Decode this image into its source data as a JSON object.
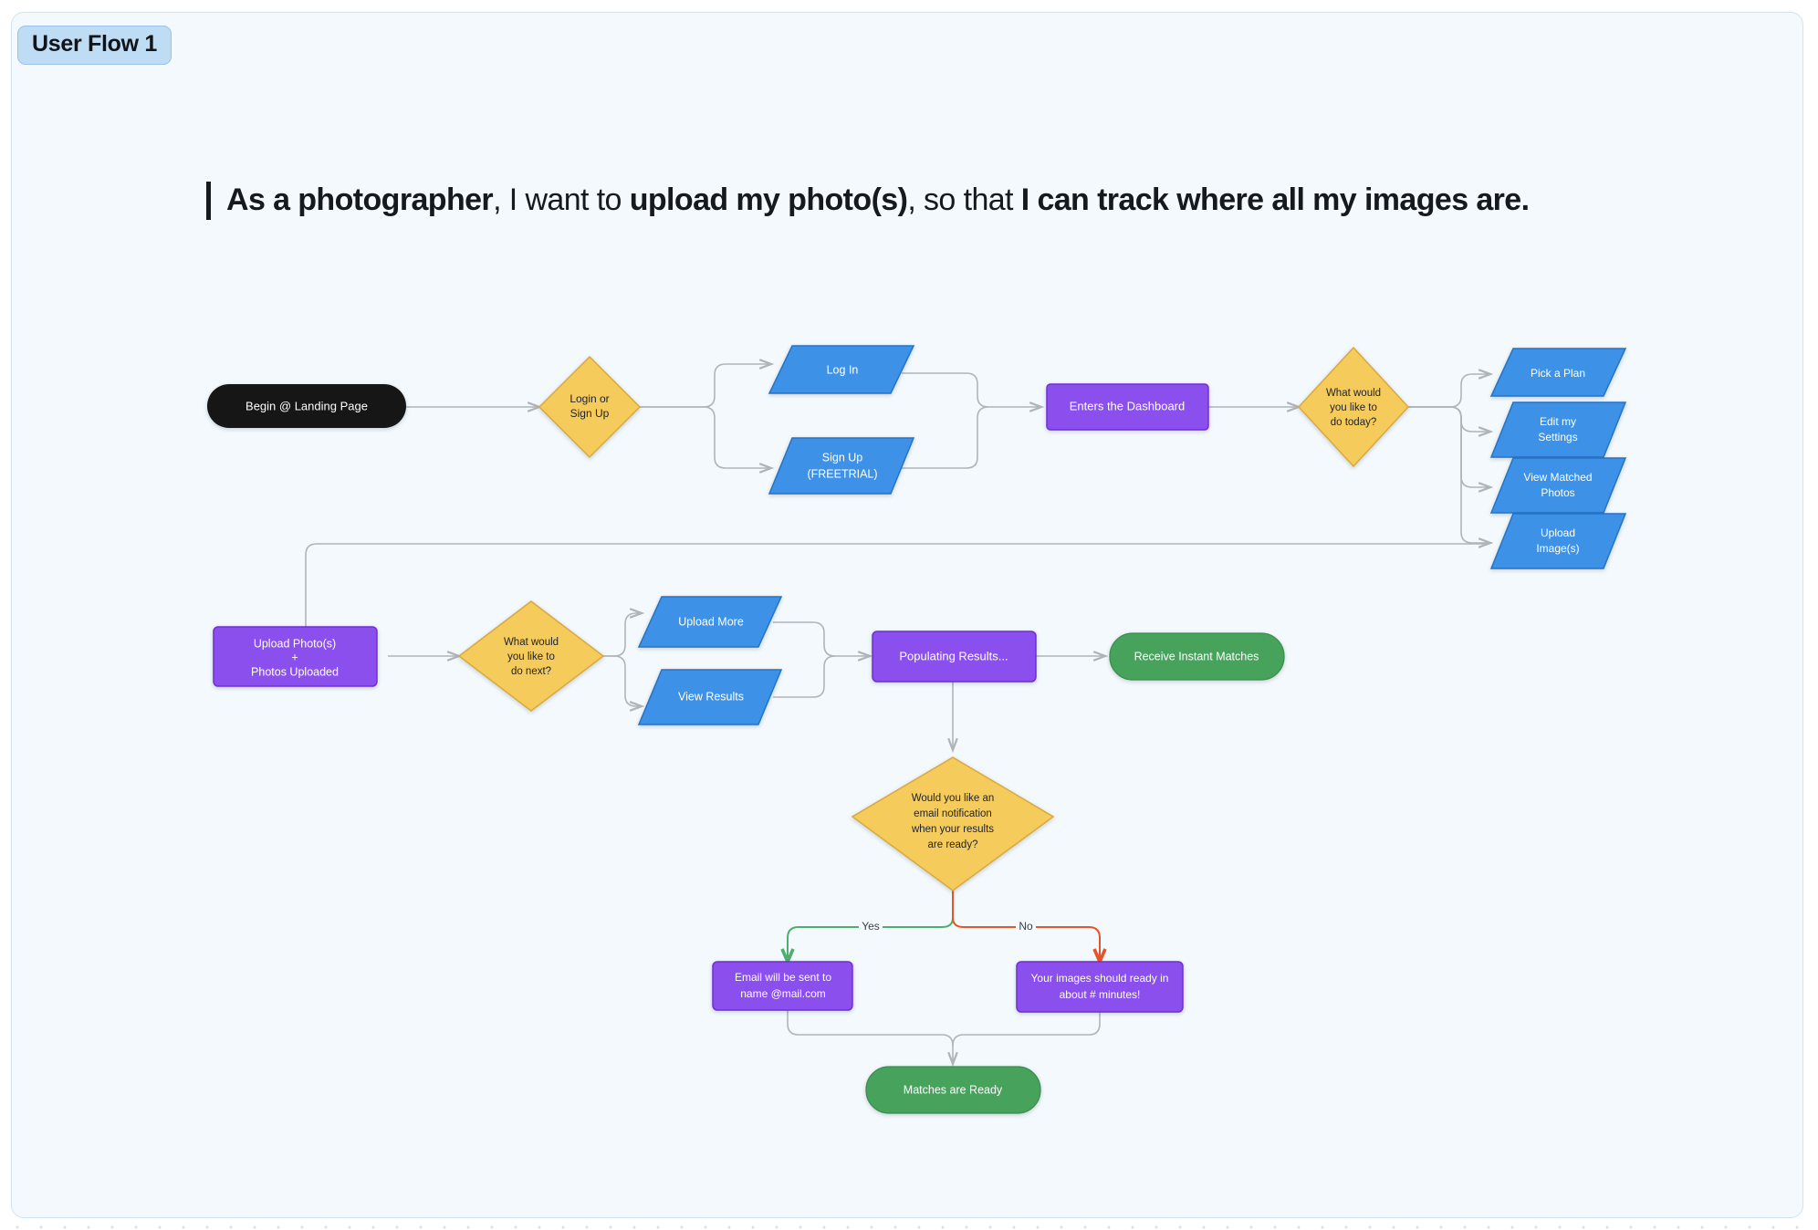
{
  "badge": {
    "label": "User Flow 1"
  },
  "heading": {
    "segment_1_bold": "As a photographer",
    "segment_2_regular": ", I want to ",
    "segment_3_bold": "upload my photo(s)",
    "segment_4_regular": ", so that ",
    "segment_5_bold": "I can track where all my images are."
  },
  "colors": {
    "canvas_bg": "#f3f9fd",
    "canvas_border": "#cfe3f7",
    "badge_bg": "#bfdcf5",
    "terminal_black": "#141414",
    "decision_yellow": "#f5cb5c",
    "decision_yellow_border": "#d9a93c",
    "process_purple": "#8b4fee",
    "process_purple_border": "#6f2fd6",
    "io_blue": "#3d92e8",
    "io_blue_border": "#2573c4",
    "success_green": "#47a35c",
    "success_green_border": "#3a8c4d",
    "edge_gray": "#b0b4b8",
    "edge_yes_green": "#4caf6e",
    "edge_no_red": "#e8542a"
  },
  "nodes": [
    {
      "id": "begin",
      "type": "terminal-black",
      "label": "Begin @ Landing Page"
    },
    {
      "id": "login-or-signup",
      "type": "decision",
      "label_lines": [
        "Login or",
        "Sign Up"
      ]
    },
    {
      "id": "log-in",
      "type": "io",
      "label_lines": [
        "Log In"
      ]
    },
    {
      "id": "sign-up",
      "type": "io",
      "label_lines": [
        "Sign Up",
        "(FREETRIAL)"
      ]
    },
    {
      "id": "enters-dashboard",
      "type": "process",
      "label_lines": [
        "Enters the Dashboard"
      ]
    },
    {
      "id": "what-today",
      "type": "decision",
      "label_lines": [
        "What would",
        "you like to",
        "do today?"
      ]
    },
    {
      "id": "pick-a-plan",
      "type": "io",
      "label_lines": [
        "Pick a  Plan"
      ]
    },
    {
      "id": "edit-settings",
      "type": "io",
      "label_lines": [
        "Edit my",
        "Settings"
      ]
    },
    {
      "id": "view-matched",
      "type": "io",
      "label_lines": [
        "View  Matched",
        "Photos"
      ]
    },
    {
      "id": "upload-images",
      "type": "io",
      "label_lines": [
        "Upload",
        "Image(s)"
      ]
    },
    {
      "id": "upload-photos",
      "type": "process",
      "label_lines": [
        "Upload  Photo(s)",
        "+",
        "Photos Uploaded"
      ]
    },
    {
      "id": "what-next",
      "type": "decision",
      "label_lines": [
        "What would",
        "you like to",
        "do next?"
      ]
    },
    {
      "id": "upload-more",
      "type": "io",
      "label_lines": [
        "Upload More"
      ]
    },
    {
      "id": "view-results",
      "type": "io",
      "label_lines": [
        "View Results"
      ]
    },
    {
      "id": "populating",
      "type": "process",
      "label_lines": [
        "Populating Results..."
      ]
    },
    {
      "id": "instant-matches",
      "type": "terminal-green",
      "label_lines": [
        "Receive Instant Matches"
      ]
    },
    {
      "id": "email-question",
      "type": "decision",
      "label_lines": [
        "Would you like an",
        "email notification",
        "when your results",
        "are ready?"
      ]
    },
    {
      "id": "email-sent",
      "type": "process",
      "label_lines": [
        "Email will be sent to",
        "name @mail.com"
      ]
    },
    {
      "id": "images-ready",
      "type": "process",
      "label_lines": [
        "Your images should ready in",
        "about # minutes!"
      ]
    },
    {
      "id": "matches-ready",
      "type": "terminal-green",
      "label_lines": [
        "Matches are Ready"
      ]
    }
  ],
  "edge_labels": {
    "yes": "Yes",
    "no": "No"
  }
}
